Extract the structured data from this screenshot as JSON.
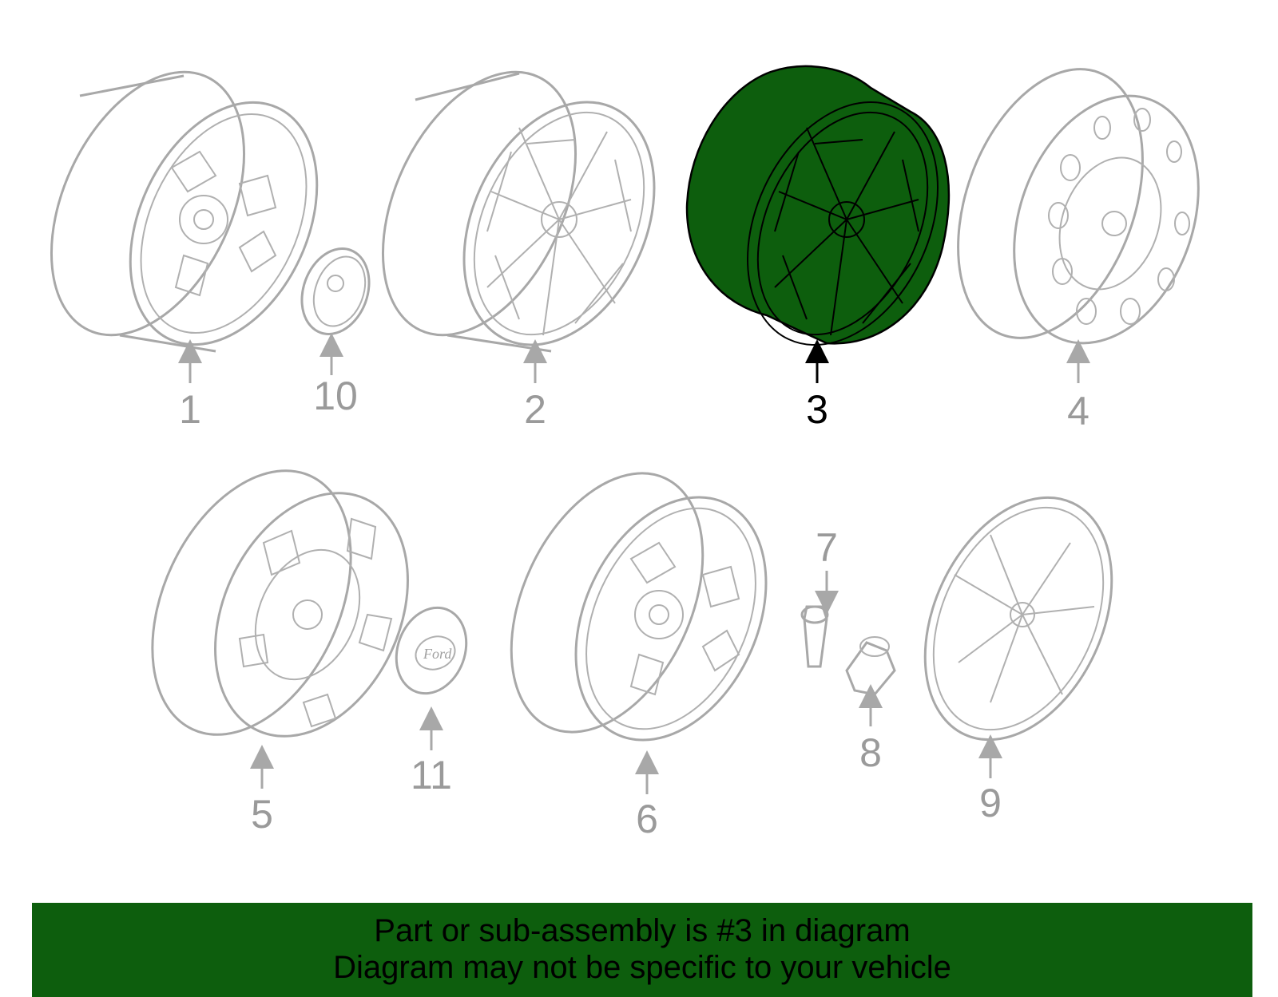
{
  "diagram": {
    "highlight_color": "#0d5e0d",
    "highlighted_part": "3",
    "callouts": [
      {
        "id": "1",
        "label": "1"
      },
      {
        "id": "2",
        "label": "2"
      },
      {
        "id": "3",
        "label": "3"
      },
      {
        "id": "4",
        "label": "4"
      },
      {
        "id": "5",
        "label": "5"
      },
      {
        "id": "6",
        "label": "6"
      },
      {
        "id": "7",
        "label": "7"
      },
      {
        "id": "8",
        "label": "8"
      },
      {
        "id": "9",
        "label": "9"
      },
      {
        "id": "10",
        "label": "10"
      },
      {
        "id": "11",
        "label": "11"
      }
    ],
    "logo_text": "Ford"
  },
  "banner": {
    "line1": "Part or sub-assembly is #3 in diagram",
    "line2": "Diagram may not be specific to your vehicle"
  }
}
